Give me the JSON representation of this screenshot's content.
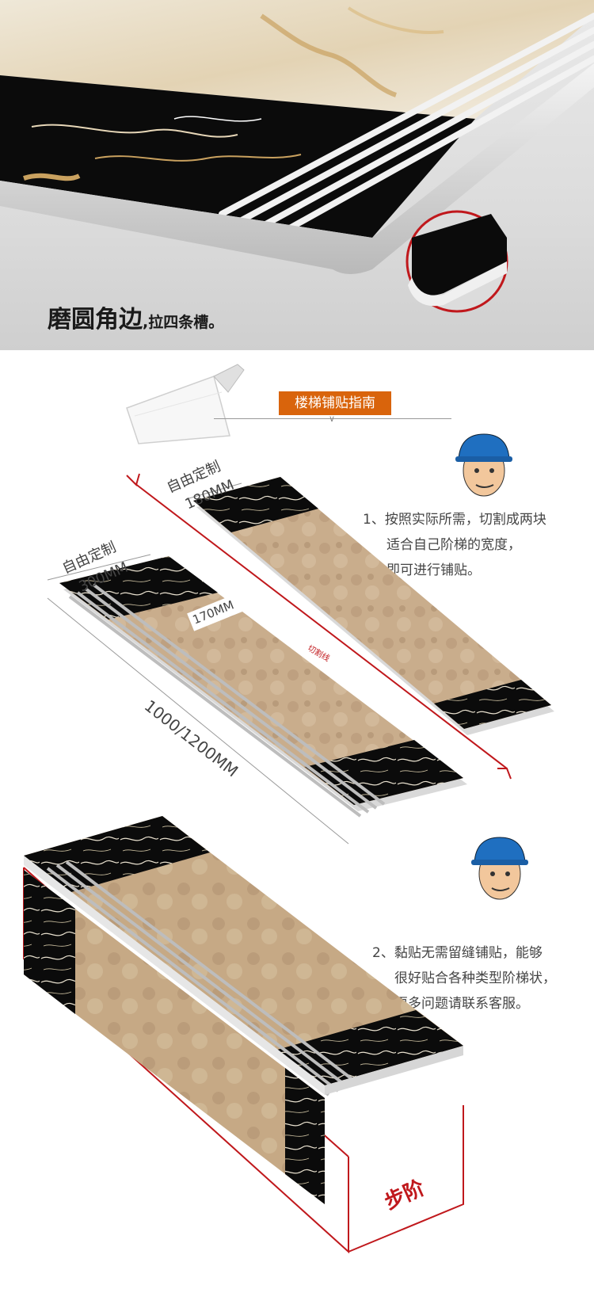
{
  "hero": {
    "caption_main": "磨圆角边",
    "caption_sub": ",拉四条槽。"
  },
  "guide": {
    "title": "楼梯铺贴指南"
  },
  "step1": {
    "line1": "1、按照实际所需，切割成两块",
    "line2": "适合自己阶梯的宽度，",
    "line3": "即可进行铺贴。"
  },
  "step2": {
    "line1": "2、黏贴无需留缝铺贴，能够",
    "line2": "很好贴合各种类型阶梯状，",
    "line3": "更多问题请联系客服。"
  },
  "diagram1": {
    "custom_a": "自由定制",
    "size_a": "180MM",
    "custom_b": "自由定制",
    "size_b": "300MM",
    "size_c": "170MM",
    "cut_line": "切割线",
    "length": "1000/1200MM"
  },
  "diagram2": {
    "step_label": "步阶"
  },
  "colors": {
    "accent": "#d9640c",
    "red": "#c0181c",
    "marble_beige": "#c9ad8c",
    "marble_black": "#0b0b0b"
  }
}
